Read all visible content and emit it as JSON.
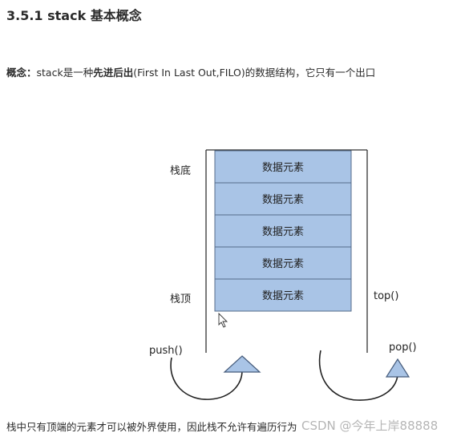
{
  "heading": "3.5.1 stack 基本概念",
  "concept": {
    "label": "概念：",
    "pre": "stack是一种",
    "bold": "先进后出",
    "post": "(First In Last Out,FILO)的数据结构，它只有一个出口"
  },
  "diagram": {
    "bottom_label": "栈底",
    "top_label": "栈顶",
    "elements": [
      "数据元素",
      "数据元素",
      "数据元素",
      "数据元素",
      "数据元素"
    ],
    "push_label": "push()",
    "pop_label": "pop()",
    "top_func_label": "top()",
    "colors": {
      "cell_fill": "#a9c4e6",
      "cell_stroke": "#556b8a",
      "wall": "#333333",
      "arrow_head": "#a9c4e6"
    }
  },
  "bottom_text": "栈中只有顶端的元素才可以被外界使用，因此栈不允许有遍历行为",
  "watermark": "CSDN @今年上岸88888"
}
